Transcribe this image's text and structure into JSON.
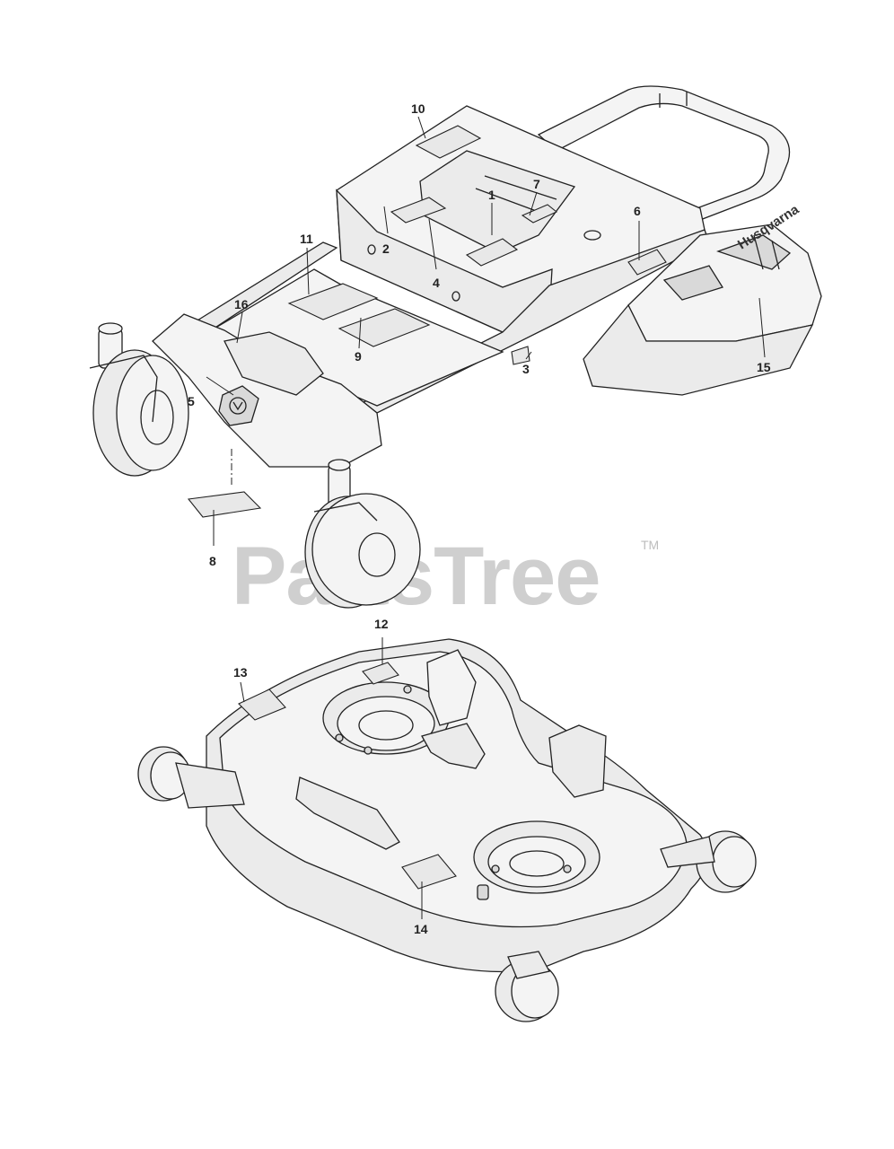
{
  "watermark": {
    "text": "PartsTree",
    "trademark": "TM"
  },
  "brand_logo": {
    "text": "Husqvarna"
  },
  "callouts": [
    {
      "id": "c1",
      "label": "1"
    },
    {
      "id": "c2",
      "label": "2"
    },
    {
      "id": "c3",
      "label": "3"
    },
    {
      "id": "c4",
      "label": "4"
    },
    {
      "id": "c5",
      "label": "5"
    },
    {
      "id": "c6",
      "label": "6"
    },
    {
      "id": "c7",
      "label": "7"
    },
    {
      "id": "c8",
      "label": "8"
    },
    {
      "id": "c9",
      "label": "9"
    },
    {
      "id": "c10",
      "label": "10"
    },
    {
      "id": "c11",
      "label": "11"
    },
    {
      "id": "c12",
      "label": "12"
    },
    {
      "id": "c13",
      "label": "13"
    },
    {
      "id": "c14",
      "label": "14"
    },
    {
      "id": "c15",
      "label": "15"
    },
    {
      "id": "c16",
      "label": "16"
    }
  ]
}
